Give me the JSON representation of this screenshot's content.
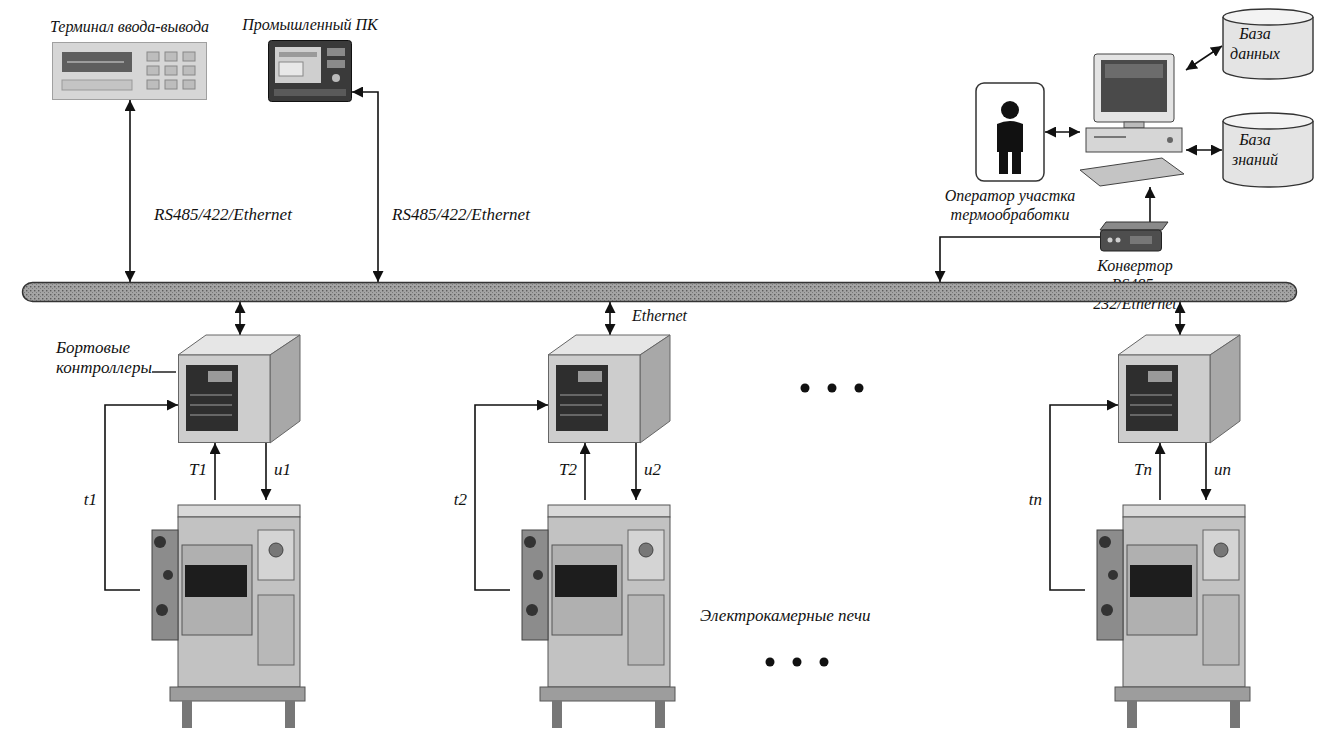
{
  "diagram": {
    "nodes": [
      {
        "text": [
          "Терминал ввода-вывода"
        ]
      },
      {
        "text": [
          "Промышленный ПК"
        ]
      },
      {
        "text": [
          "Оператор участка термообработки"
        ]
      },
      {
        "text": []
      },
      {
        "text": [
          "База данных"
        ]
      },
      {
        "text": [
          "База знаний"
        ]
      },
      {
        "text": [
          "Конвертор RS485-232/Ethernet"
        ]
      },
      {
        "text": [
          "Ethernet"
        ]
      },
      {
        "text": []
      },
      {
        "text": []
      },
      {
        "text": []
      },
      {
        "text": []
      },
      {
        "text": []
      },
      {
        "text": []
      }
    ],
    "edges": [
      {
        "from": 0,
        "to": 7,
        "arrow": "both",
        "label": "RS485/422/Ethernet"
      },
      {
        "from": 1,
        "to": 7,
        "arrow": "both",
        "label": "RS485/422/Ethernet"
      },
      {
        "from": 2,
        "to": 3,
        "arrow": "both"
      },
      {
        "from": 3,
        "to": 4,
        "arrow": "both"
      },
      {
        "from": 3,
        "to": 5,
        "arrow": "both"
      },
      {
        "from": 6,
        "to": 3,
        "arrow": "to"
      },
      {
        "from": 6,
        "to": 7,
        "arrow": "to"
      },
      {
        "from": 7,
        "to": 8,
        "arrow": "both"
      },
      {
        "from": 7,
        "to": 9,
        "arrow": "both"
      },
      {
        "from": 7,
        "to": 10,
        "arrow": "both"
      },
      {
        "from": 11,
        "to": 8,
        "arrow": "to",
        "label": "t1"
      },
      {
        "from": 11,
        "to": 8,
        "arrow": "to",
        "label": "T1"
      },
      {
        "from": 8,
        "to": 11,
        "arrow": "to",
        "label": "u1"
      },
      {
        "from": 12,
        "to": 9,
        "arrow": "to",
        "label": "t2"
      },
      {
        "from": 12,
        "to": 9,
        "arrow": "to",
        "label": "T2"
      },
      {
        "from": 9,
        "to": 12,
        "arrow": "to",
        "label": "u2"
      },
      {
        "from": 13,
        "to": 10,
        "arrow": "to",
        "label": "tn"
      },
      {
        "from": 13,
        "to": 10,
        "arrow": "to",
        "label": "Tn"
      },
      {
        "from": 10,
        "to": 13,
        "arrow": "to",
        "label": "un"
      }
    ],
    "labels": [
      "Бортовые контроллеры",
      "Электрокамерные печи"
    ]
  }
}
